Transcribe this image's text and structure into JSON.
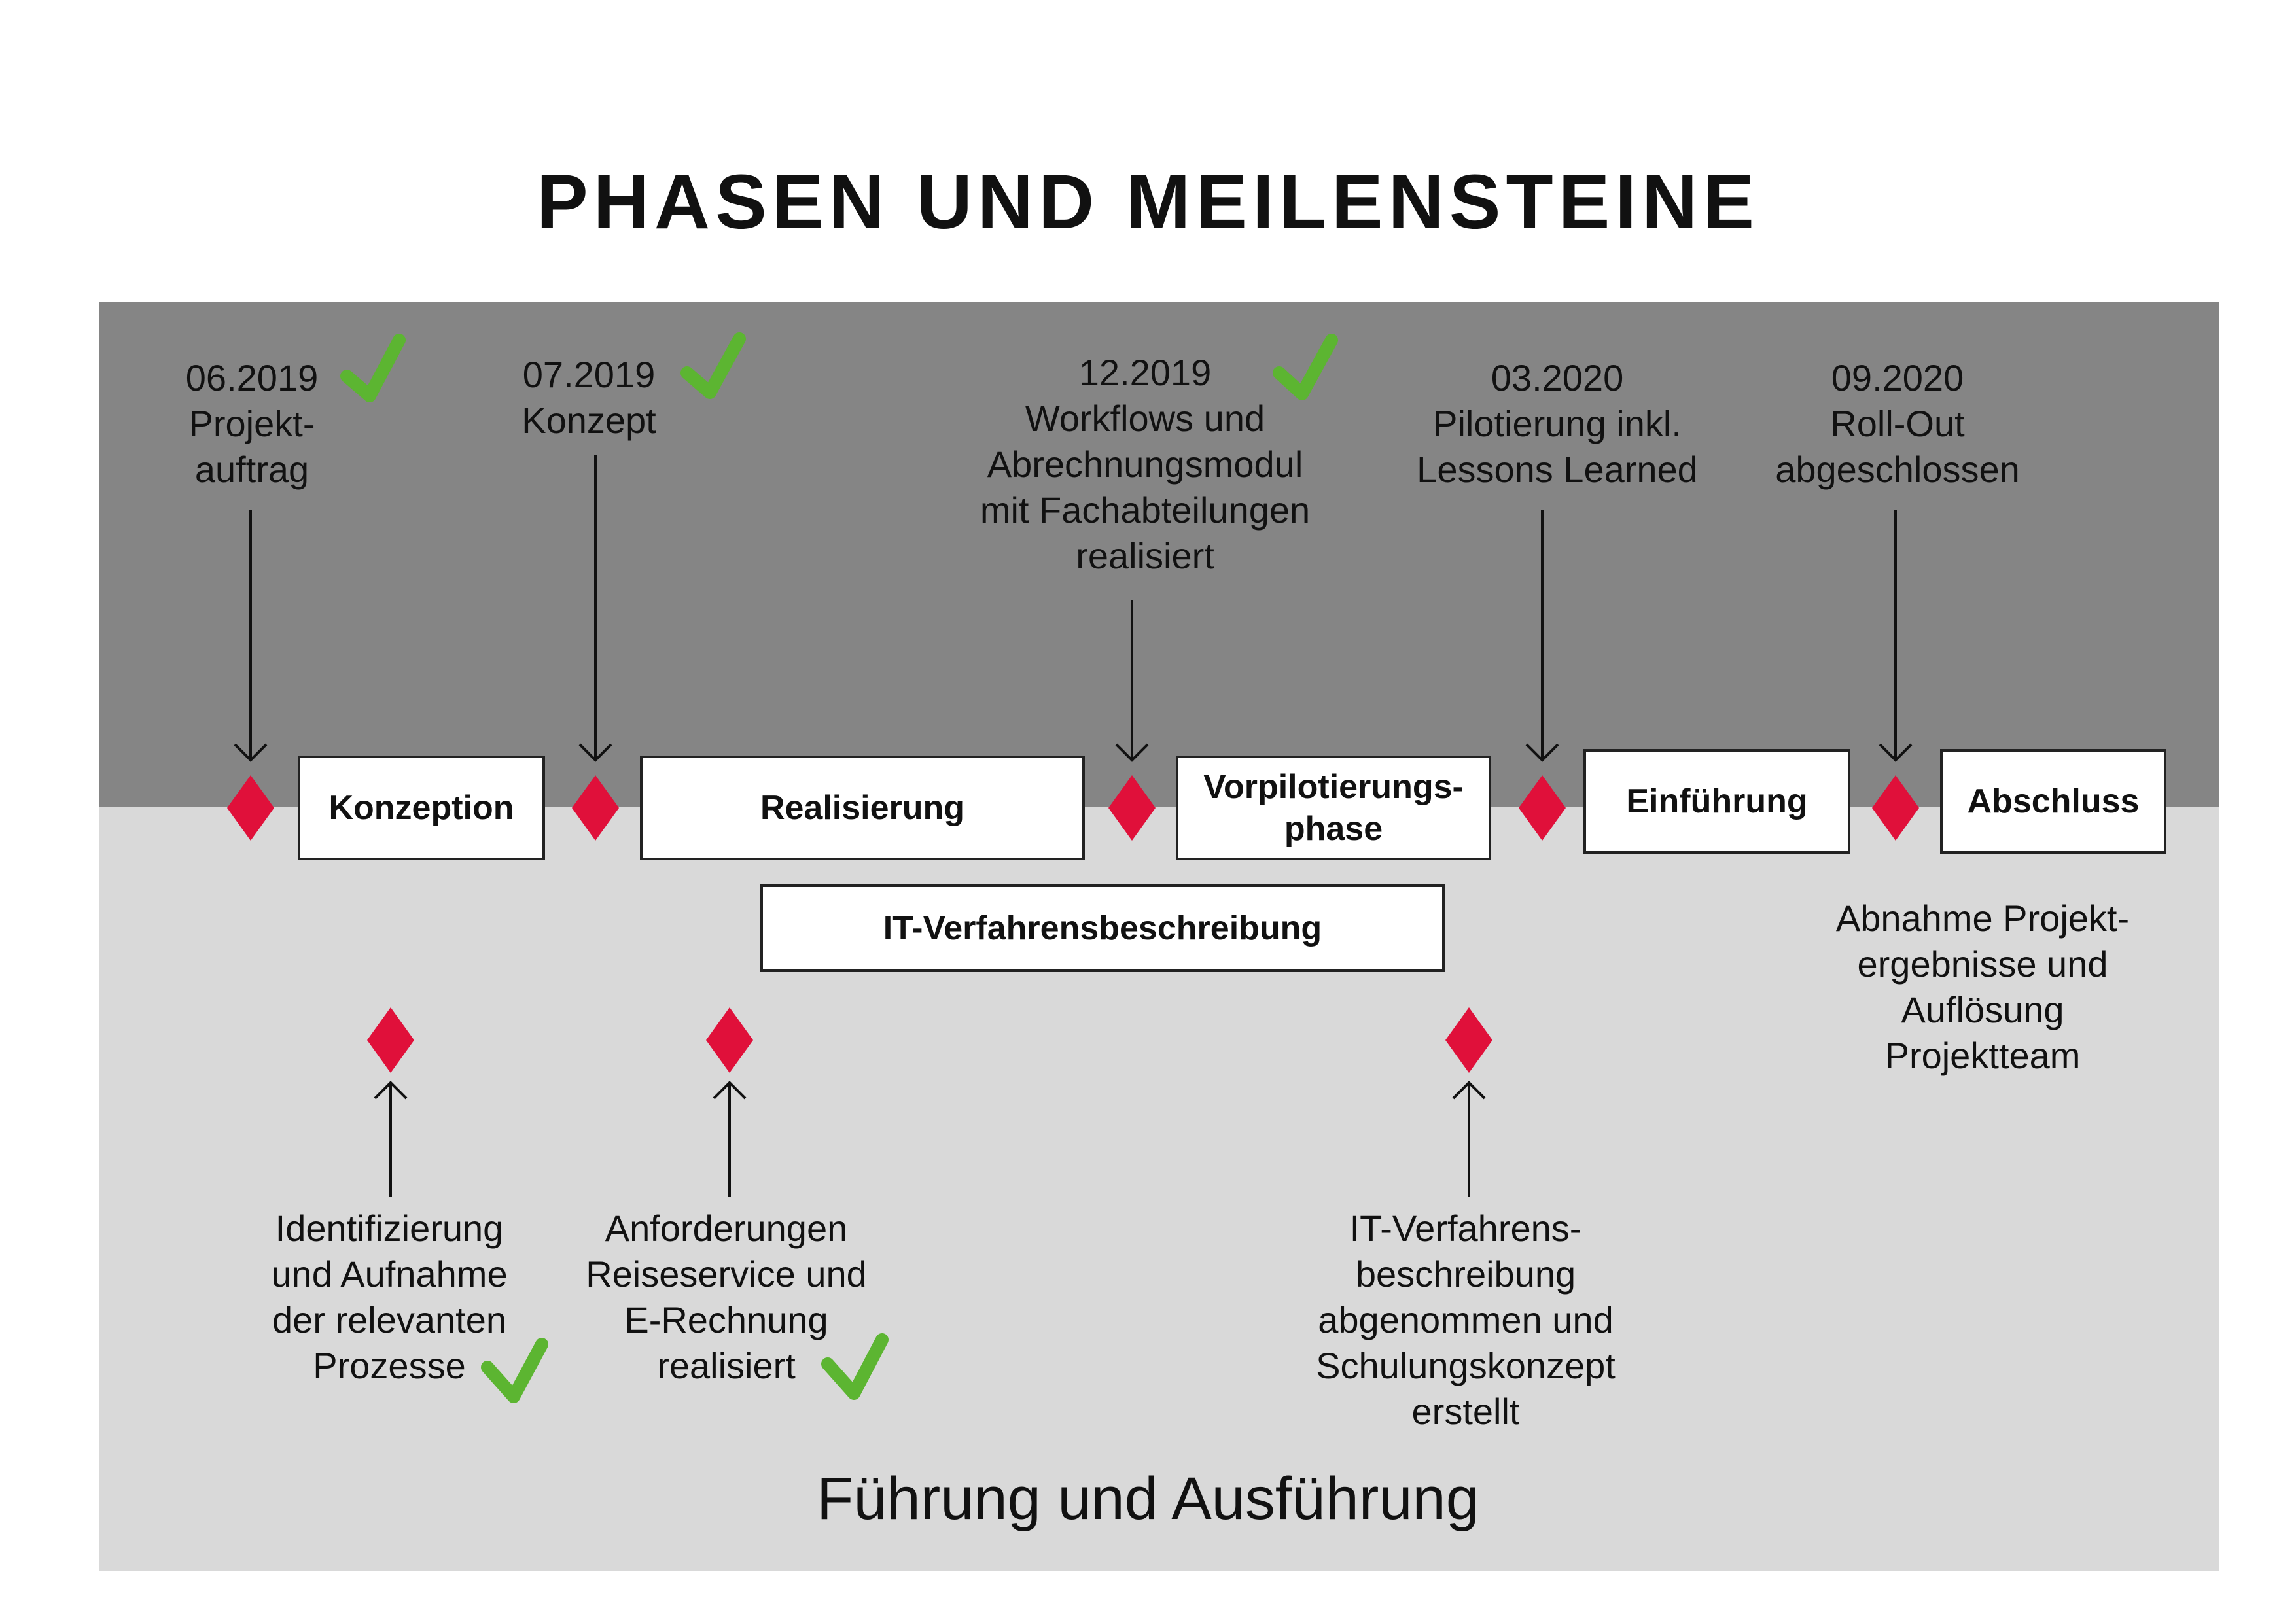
{
  "title": "PHASEN UND MEILENSTEINE",
  "footer": "Führung und Ausführung",
  "colors": {
    "milestone": "#e0103a",
    "check": "#5cb531",
    "band_top": "#858585",
    "band_bottom": "#d9d9d9"
  },
  "phases": [
    {
      "label": "Konzeption"
    },
    {
      "label": "Realisierung"
    },
    {
      "label": "Vorpilotierungs-\nphase"
    },
    {
      "label": "Einführung"
    },
    {
      "label": "Abschluss"
    },
    {
      "label": "IT-Verfahrensbeschreibung"
    }
  ],
  "top_milestones": [
    {
      "date": "06.2019",
      "text": "Projekt-\nauftrag",
      "done": true
    },
    {
      "date": "07.2019",
      "text": "Konzept",
      "done": true
    },
    {
      "date": "12.2019",
      "text": "Workflows und\nAbrechnungsmodul\nmit Fachabteilungen\nrealisiert",
      "done": true
    },
    {
      "date": "03.2020",
      "text": "Pilotierung inkl.\nLessons Learned",
      "done": false
    },
    {
      "date": "09.2020",
      "text": "Roll-Out\nabgeschlossen",
      "done": false
    }
  ],
  "bottom_milestones": [
    {
      "text": "Identifizierung\nund Aufnahme\nder relevanten\nProzesse",
      "done": true
    },
    {
      "text": "Anforderungen\nReiseservice und\nE-Rechnung\nrealisiert",
      "done": true
    },
    {
      "text": "IT-Verfahrens-\nbeschreibung\nabgenommen und\nSchulungskonzept\nerstellt",
      "done": false
    }
  ],
  "closing_note": "Abnahme Projekt-\nergebnisse und\nAuflösung\nProjektteam"
}
